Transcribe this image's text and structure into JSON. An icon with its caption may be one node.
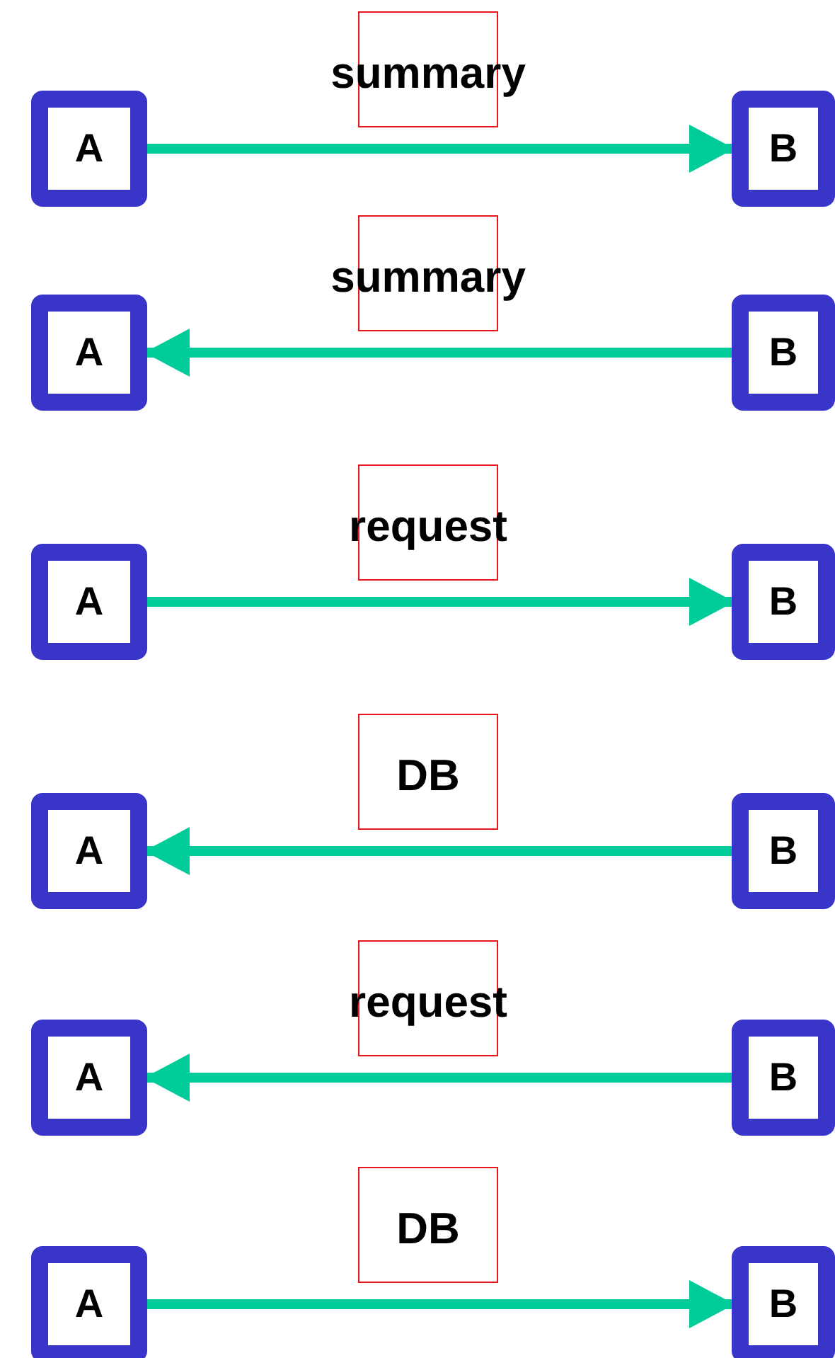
{
  "diagram": {
    "nodes": [
      {
        "text": [
          "summary"
        ]
      },
      {
        "text": [
          "A"
        ]
      },
      {
        "text": [
          "B"
        ]
      },
      {
        "text": [
          "summary"
        ]
      },
      {
        "text": [
          "A"
        ]
      },
      {
        "text": [
          "B"
        ]
      },
      {
        "text": [
          "request"
        ]
      },
      {
        "text": [
          "A"
        ]
      },
      {
        "text": [
          "B"
        ]
      },
      {
        "text": [
          "DB"
        ]
      },
      {
        "text": [
          "A"
        ]
      },
      {
        "text": [
          "B"
        ]
      },
      {
        "text": [
          "request"
        ]
      },
      {
        "text": [
          "A"
        ]
      },
      {
        "text": [
          "B"
        ]
      },
      {
        "text": [
          "DB"
        ]
      },
      {
        "text": [
          "A"
        ]
      },
      {
        "text": [
          "B"
        ]
      }
    ],
    "edges": [
      {
        "from": 1,
        "to": 2,
        "arrow": "to"
      },
      {
        "from": 5,
        "to": 4,
        "arrow": "to"
      },
      {
        "from": 7,
        "to": 8,
        "arrow": "to"
      },
      {
        "from": 11,
        "to": 10,
        "arrow": "to"
      },
      {
        "from": 14,
        "to": 13,
        "arrow": "to"
      },
      {
        "from": 16,
        "to": 17,
        "arrow": "to"
      }
    ]
  }
}
